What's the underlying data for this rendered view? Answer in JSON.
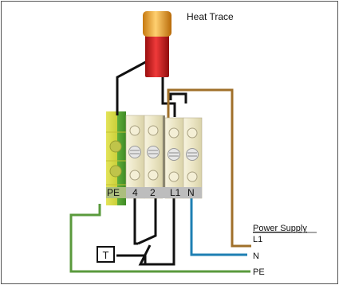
{
  "labels": {
    "heat_trace": "Heat Trace",
    "power_supply": "Power Supply",
    "l1": "L1",
    "n": "N",
    "pe": "PE",
    "thermostat": "T"
  },
  "terminal_labels": {
    "pe": "PE",
    "t4": "4",
    "t2": "2",
    "l1": "L1",
    "n": "N"
  },
  "colors": {
    "frame": "#555555",
    "black_wire": "#111111",
    "brown_wire": "#a0702a",
    "blue_wire": "#1e7fb3",
    "green_wire": "#5a9a3c",
    "pe_terminal_yellow": "#d6d94a",
    "pe_terminal_green": "#5fae3a",
    "terminal_body": "#ece7c9",
    "heat_trace_red": "#d71f1f",
    "heat_trace_orange": "#f0a020"
  }
}
